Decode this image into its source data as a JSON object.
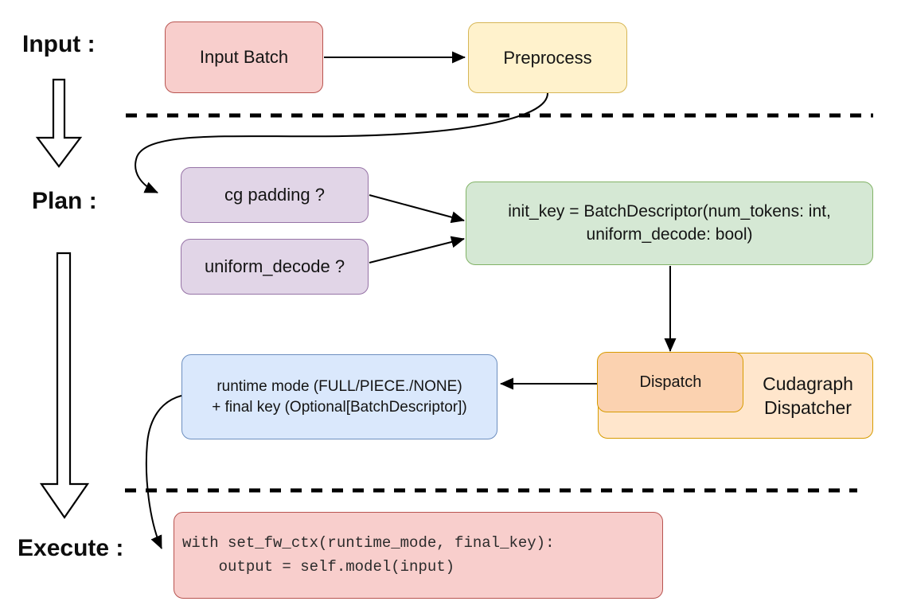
{
  "sections": {
    "input": "Input :",
    "plan": "Plan :",
    "execute": "Execute :"
  },
  "nodes": {
    "input_batch": {
      "label": "Input Batch"
    },
    "preprocess": {
      "label": "Preprocess"
    },
    "cg_padding": {
      "label": "cg padding ?"
    },
    "uniform_decode": {
      "label": "uniform_decode ?"
    },
    "init_key": {
      "line1": "init_key = BatchDescriptor(num_tokens: int,",
      "line2": "uniform_decode: bool)"
    },
    "dispatch": {
      "label": "Dispatch"
    },
    "cudagraph_dispatcher": {
      "line1": "Cudagraph",
      "line2": "Dispatcher"
    },
    "runtime_mode": {
      "line1": "runtime mode (FULL/PIECE./NONE)",
      "line2": "+ final key (Optional[BatchDescriptor])"
    },
    "execute_code": {
      "line1": "with set_fw_ctx(runtime_mode, final_key):",
      "line2": "    output = self.model(input)"
    }
  },
  "palette": {
    "pink_fill": "#f8cecc",
    "pink_stroke": "#b85450",
    "yellow_fill": "#fff2cc",
    "yellow_stroke": "#d6b656",
    "purple_fill": "#e1d5e7",
    "purple_stroke": "#9673a6",
    "green_fill": "#d5e8d4",
    "green_stroke": "#82b366",
    "orange_light_fill": "#ffe6cc",
    "orange_mid_fill": "#fbd2b0",
    "orange_stroke": "#d79b00",
    "blue_fill": "#dae8fc",
    "blue_stroke": "#6c8ebf",
    "edge_color": "#000000"
  }
}
